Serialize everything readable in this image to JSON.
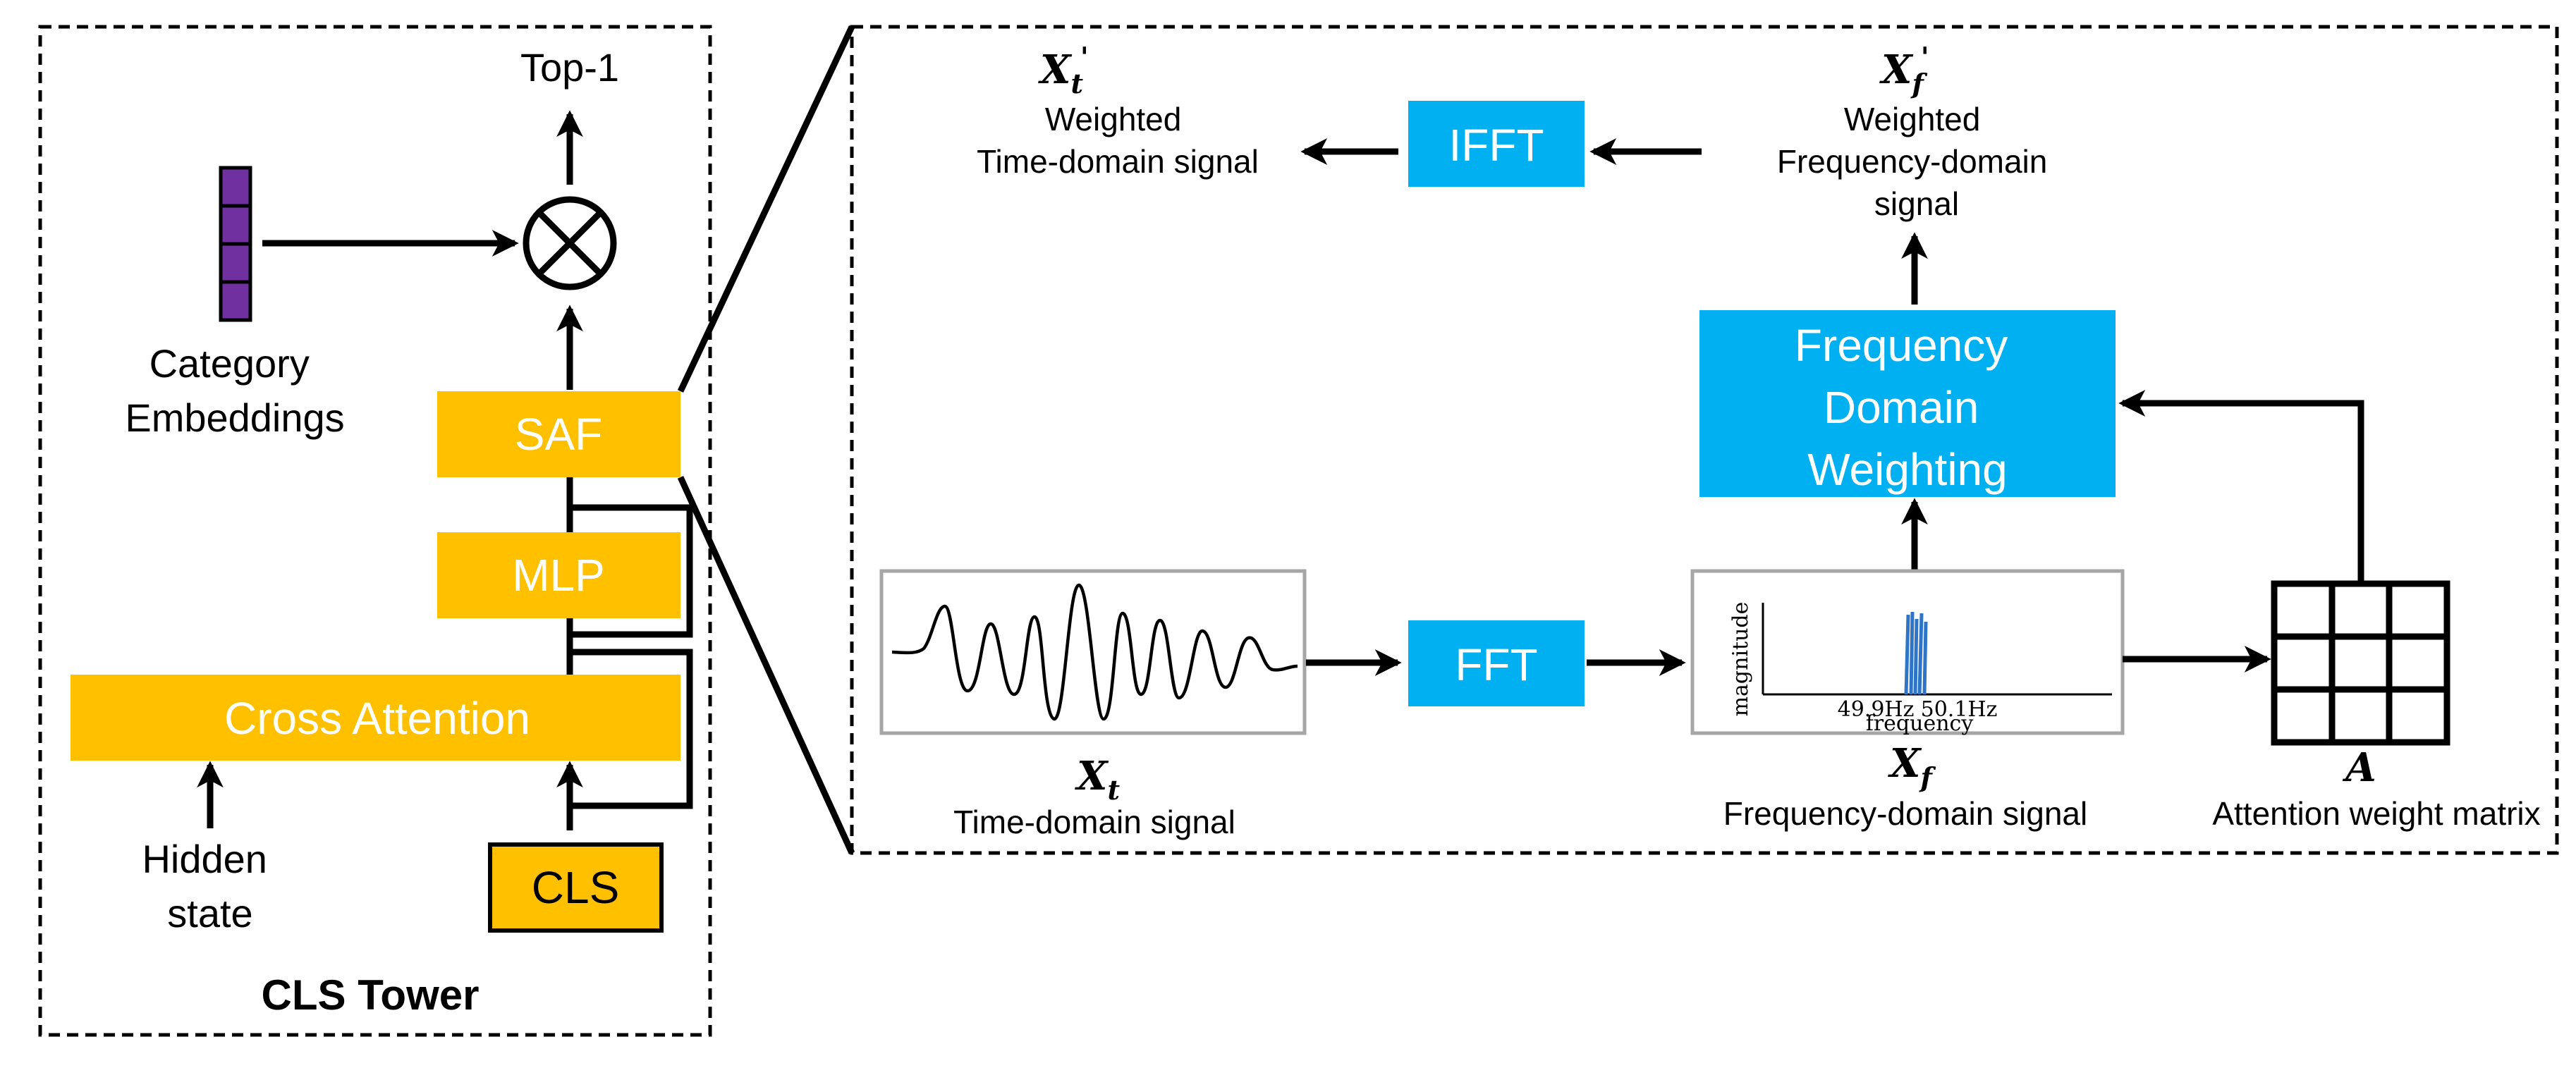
{
  "colors": {
    "orange": "#FFC000",
    "blue": "#00B0F0",
    "purple": "#7030A0",
    "signal_blue": "#2E75C8",
    "panel_border": "#A6A6A6"
  },
  "left_panel": {
    "title": "CLS Tower",
    "top1": "Top-1",
    "category_embeddings": [
      "Category",
      "Embeddings"
    ],
    "saf": "SAF",
    "mlp": "MLP",
    "cross_attention": "Cross Attention",
    "hidden_state": [
      "Hidden",
      "state"
    ],
    "cls": "CLS",
    "multiply_icon": "circled-times-icon"
  },
  "right_panel": {
    "ifft": "IFFT",
    "fft": "FFT",
    "freq_weighting": [
      "Frequency",
      "Domain",
      "Weighting"
    ],
    "xt_prime_symbol": "X",
    "xt_prime_sub": "t",
    "xt_prime_sup": "'",
    "weighted_time": [
      "Weighted",
      "Time-domain signal"
    ],
    "xf_prime_symbol": "X",
    "xf_prime_sub": "f",
    "xf_prime_sup": "'",
    "weighted_freq": [
      "Weighted",
      "Frequency-domain",
      "signal"
    ],
    "xt_symbol": "X",
    "xt_sub": "t",
    "time_signal": "Time-domain signal",
    "xf_symbol": "X",
    "xf_sub": "f",
    "freq_signal": "Frequency-domain signal",
    "a_symbol": "A",
    "attention_matrix": "Attention weight matrix",
    "spectrum": {
      "ylabel": "magnitude",
      "xlabel": "frequency",
      "tick_left": "49.9Hz",
      "tick_right": "50.1Hz"
    }
  }
}
